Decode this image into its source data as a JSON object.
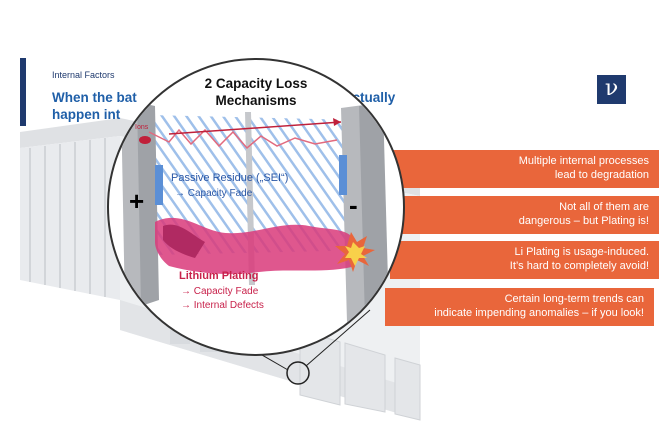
{
  "header": {
    "section_label": "Internal Factors",
    "headline_line1_left": "When the bat",
    "headline_line1_right": "actually",
    "headline_line2": "happen int"
  },
  "logo": {
    "glyph": "ν"
  },
  "magnifier": {
    "title_line1": "2 Capacity Loss",
    "title_line2": "Mechanisms",
    "ions_label": "Ions",
    "plus_sign": "+",
    "minus_sign": "-",
    "sei_title": "Passive Residue („SEI“)",
    "sei_sub": "→ Capacity Fade",
    "plating_title": "Lithium Plating",
    "plating_sub1": "→ Capacity Fade",
    "plating_sub2": "→ Internal Defects"
  },
  "callouts": [
    {
      "line1": "Multiple internal processes",
      "line2": "lead to degradation"
    },
    {
      "line1": "Not all of them are",
      "line2": "dangerous – but Plating is!"
    },
    {
      "line1": "Li Plating is usage-induced.",
      "line2": "It’s hard to completely avoid!"
    },
    {
      "line1": "Certain long-term trends can",
      "line2": "indicate impending anomalies – if you look!"
    }
  ],
  "colors": {
    "accent_navy": "#1f3a6e",
    "headline_blue": "#1f5fa8",
    "callout_orange": "#e9663b",
    "plating_pink": "#d93a7a",
    "sei_blue": "#5b8fd6"
  }
}
